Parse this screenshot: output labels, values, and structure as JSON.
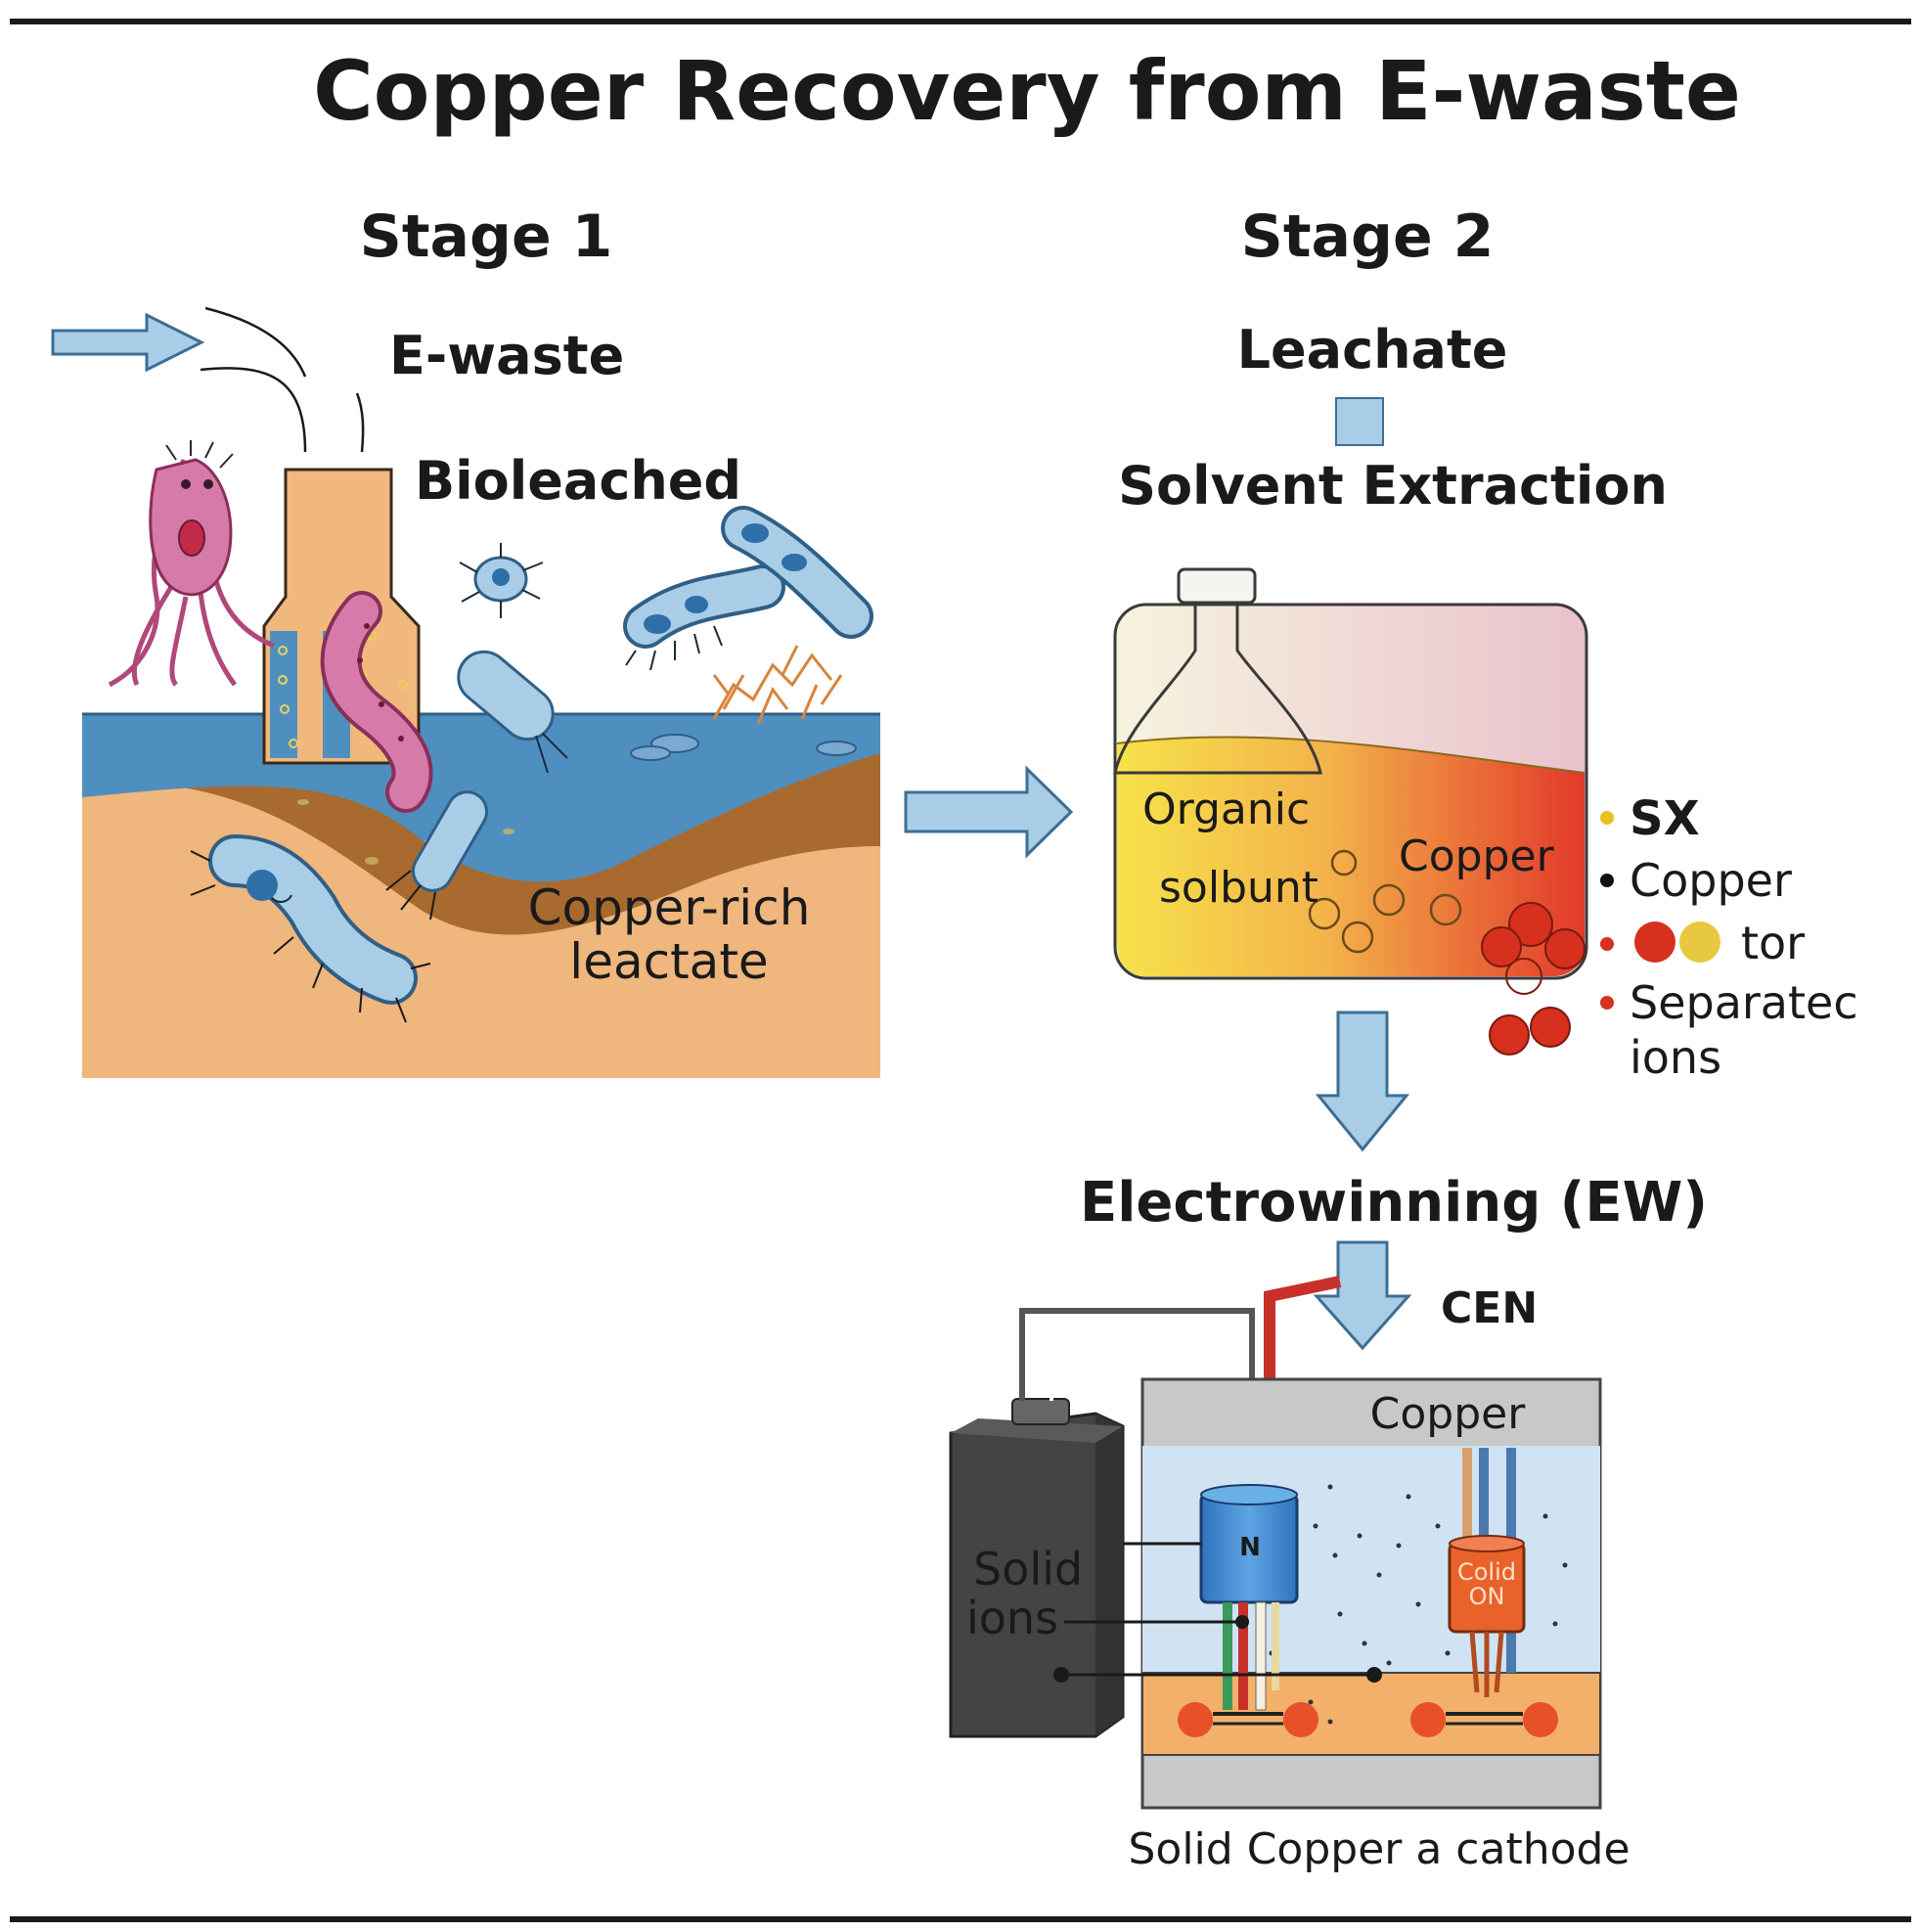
{
  "title": "Copper Recovery from E-waste",
  "stage1": {
    "heading": "Stage 1",
    "input_label": "E-waste",
    "process_label": "Bioleached",
    "output_label_line1": "Copper-rich",
    "output_label_line2": "leactate"
  },
  "stage2": {
    "heading": "Stage 2",
    "input_label": "Leachate",
    "sx_label": "Solvent Extraction",
    "tank_label_organic": "Organic",
    "tank_label_solvent": "solbunt",
    "tank_label_copper": "Copper",
    "legend": [
      {
        "text": "SX",
        "color": "#e8c020",
        "bold": true
      },
      {
        "text": "Copper",
        "color": "#111111",
        "bold": false
      },
      {
        "text": "tor",
        "color": "#d83020",
        "bold": false
      },
      {
        "text": "Separatec",
        "color": "#d83020",
        "bold": false
      }
    ],
    "legend_extra": "ions",
    "ew_label": "Electrowinning (EW)",
    "cen_label": "CEN",
    "cell_top_label": "Copper",
    "electrode_left_label": "N",
    "electrode_right_label_line1": "Colid",
    "electrode_right_label_line2": "ON",
    "supply_label_line1": "Solid",
    "supply_label_line2": "ions",
    "caption": "Solid Copper a cathode"
  },
  "colors": {
    "arrow": "#a9cde6",
    "arrow_stroke": "#3c6e96",
    "water": "#4f8fc0",
    "soil_dark": "#a86a2e",
    "soil_light": "#efb67d",
    "tank_yellow": "#f3d84a",
    "tank_red": "#e0402a",
    "copper_red": "#d8301e"
  }
}
